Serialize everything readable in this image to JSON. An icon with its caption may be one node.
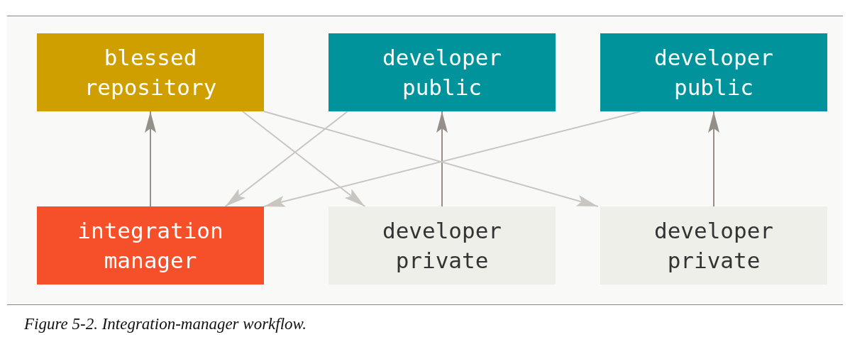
{
  "diagram": {
    "caption": "Figure 5-2. Integration-manager workflow.",
    "nodes": [
      {
        "text": [
          "blessed repository"
        ]
      },
      {
        "text": [
          "developer public"
        ]
      },
      {
        "text": [
          "developer public"
        ]
      },
      {
        "text": [
          "integration manager"
        ]
      },
      {
        "text": [
          "developer private"
        ]
      },
      {
        "text": [
          "developer private"
        ]
      }
    ],
    "edges": [
      {
        "from": 3,
        "to": 0,
        "arrow": "to",
        "color": "#948f89"
      },
      {
        "from": 4,
        "to": 1,
        "arrow": "to",
        "color": "#948f89"
      },
      {
        "from": 5,
        "to": 2,
        "arrow": "to",
        "color": "#948f89"
      },
      {
        "from": 0,
        "to": 4,
        "arrow": "to"
      },
      {
        "from": 0,
        "to": 5,
        "arrow": "to"
      },
      {
        "from": 1,
        "to": 3,
        "arrow": "to"
      },
      {
        "from": 2,
        "to": 3,
        "arrow": "to"
      }
    ]
  }
}
